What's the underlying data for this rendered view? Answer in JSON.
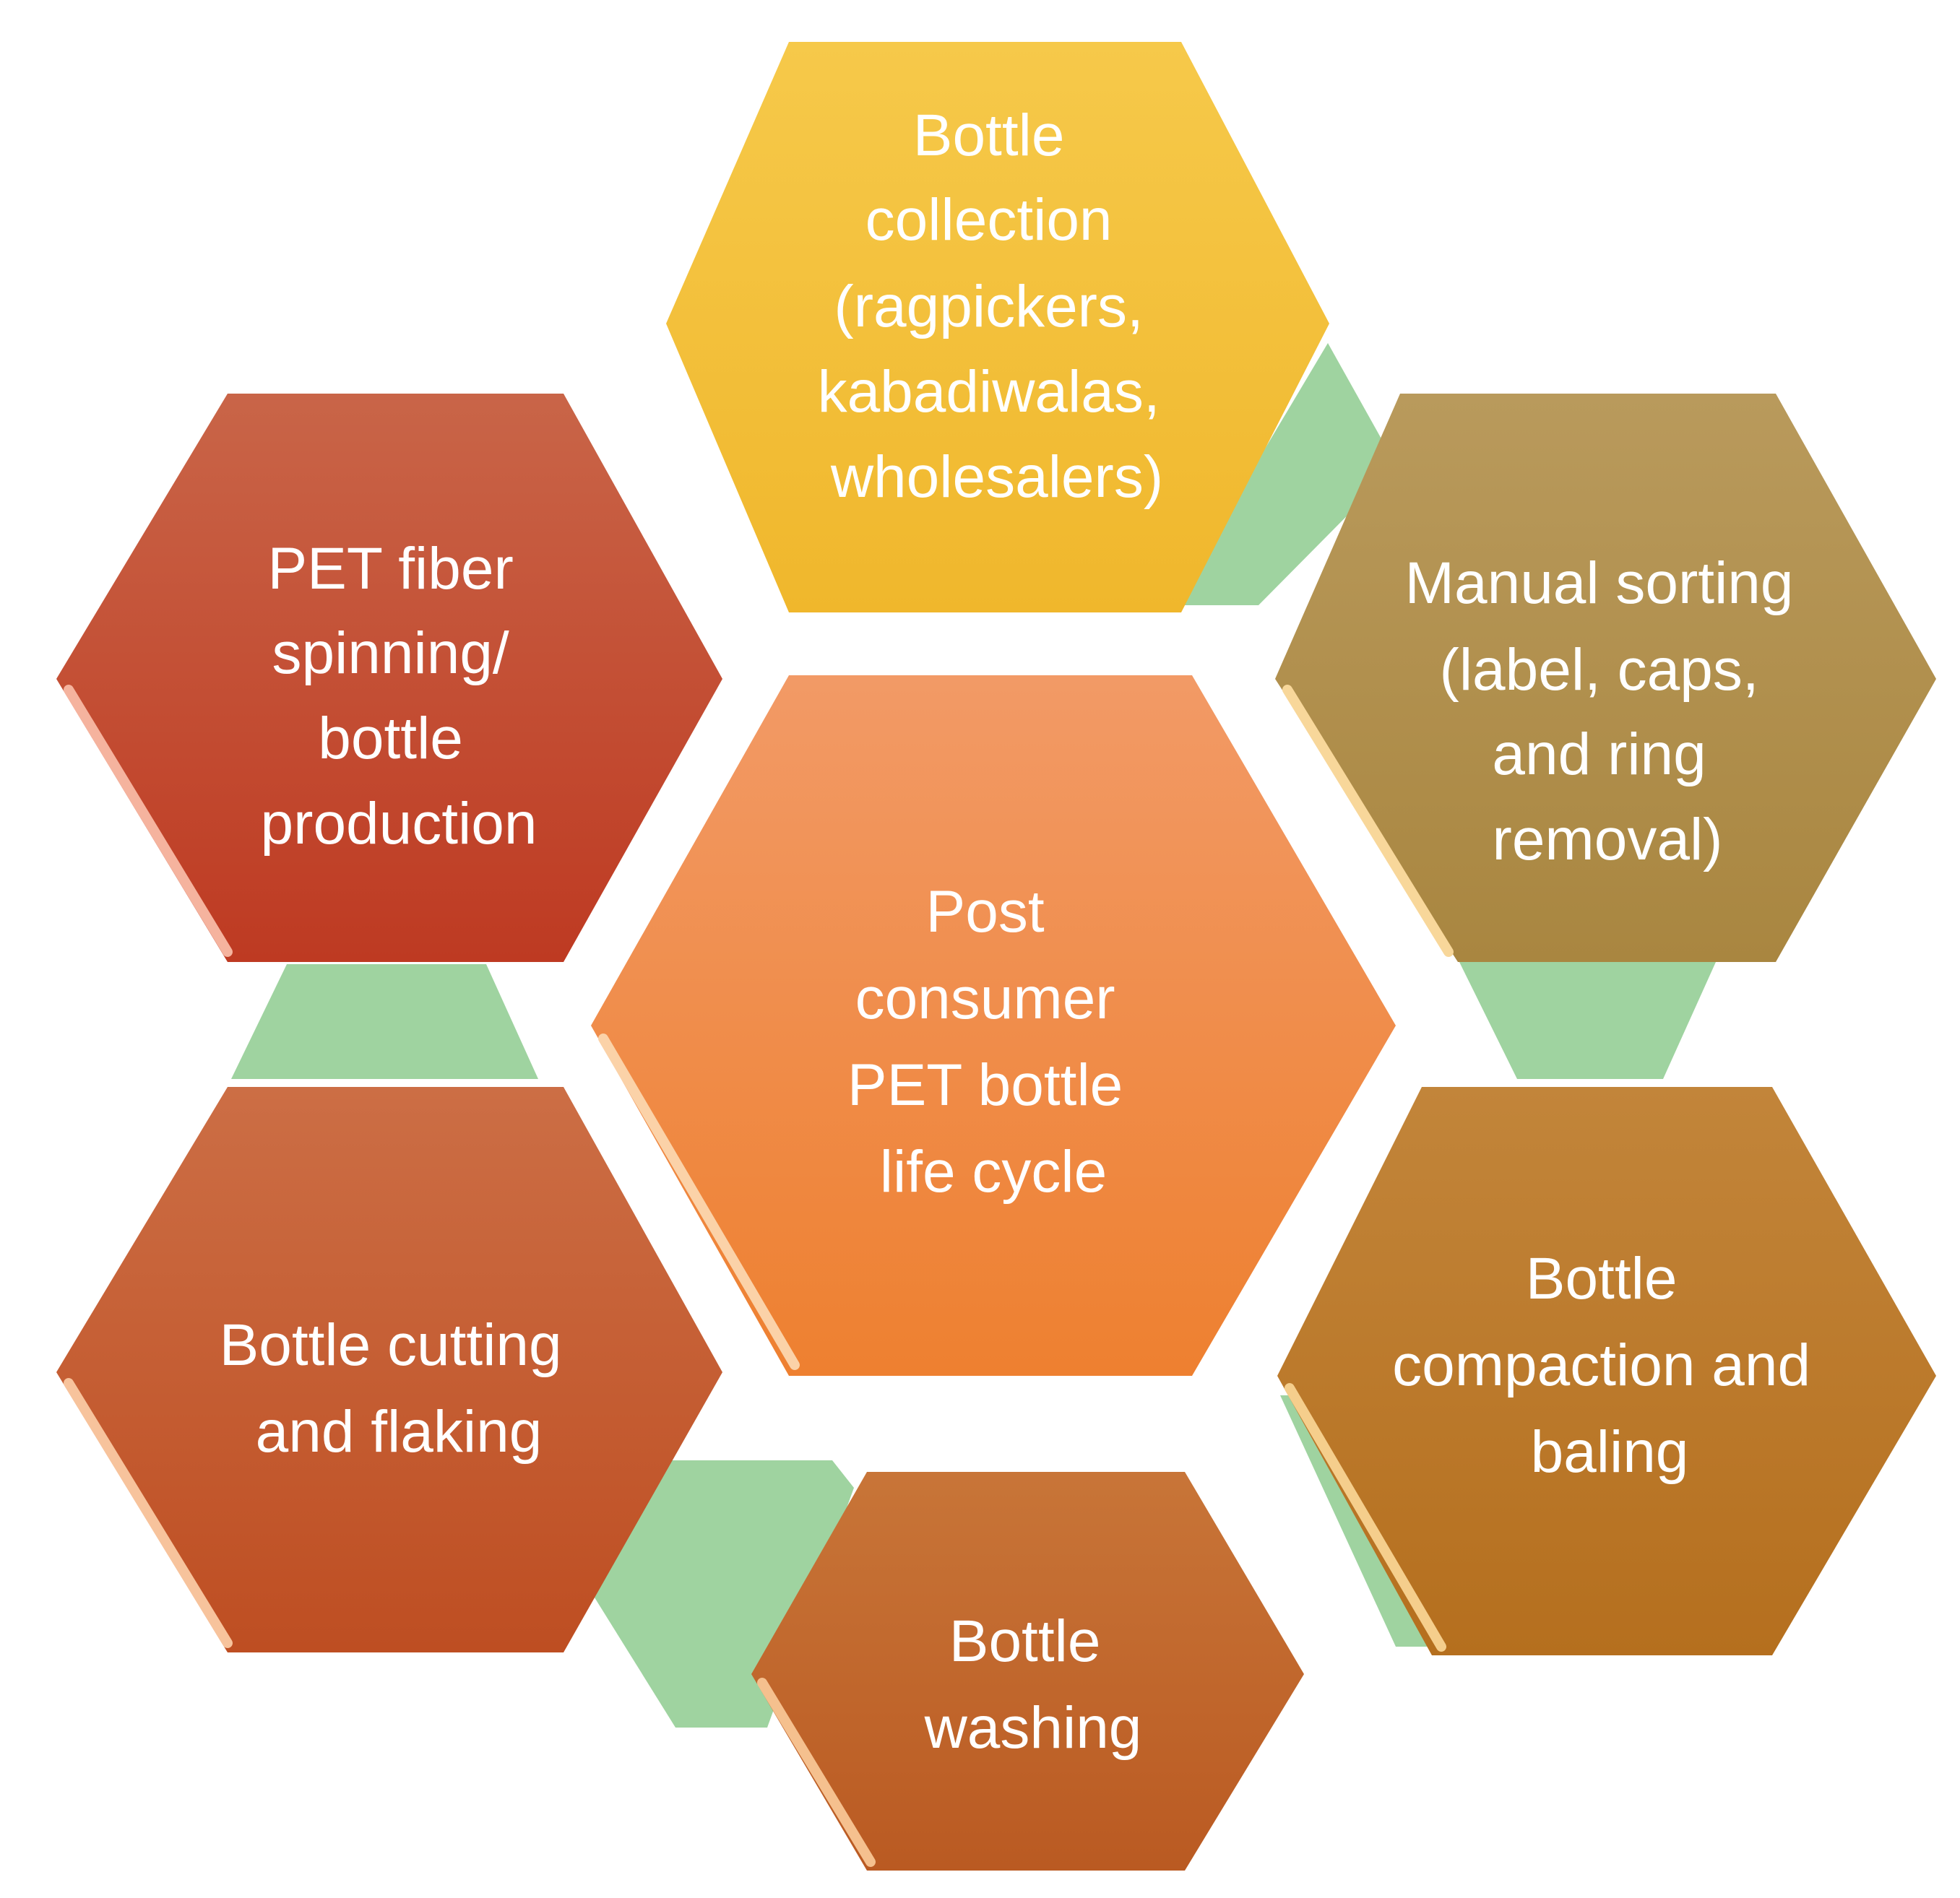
{
  "diagram": {
    "center": {
      "lines": [
        "Post",
        "consumer",
        "PET bottle",
        "life cycle"
      ],
      "color": "#F08A3E"
    },
    "steps": [
      {
        "id": "collection",
        "lines": [
          "Bottle",
          "collection",
          "(ragpickers,",
          "kabadiwalas,",
          "wholesalers)"
        ],
        "color": "#F2BF3C"
      },
      {
        "id": "sorting",
        "lines": [
          "Manual sorting",
          "(label, caps,",
          "and ring",
          "removal)"
        ],
        "color": "#B08E4E"
      },
      {
        "id": "compaction",
        "lines": [
          "Bottle",
          "compaction and",
          "baling"
        ],
        "color": "#BD7A27"
      },
      {
        "id": "washing",
        "lines": [
          "Bottle",
          "washing"
        ],
        "color": "#C0642A"
      },
      {
        "id": "cutting",
        "lines": [
          "Bottle cutting",
          "and flaking"
        ],
        "color": "#C4582E"
      },
      {
        "id": "spinning",
        "lines": [
          "PET fiber",
          "spinning/",
          "bottle",
          "production"
        ],
        "color": "#C1422C"
      }
    ],
    "connector_color": "#9FD3A0"
  }
}
